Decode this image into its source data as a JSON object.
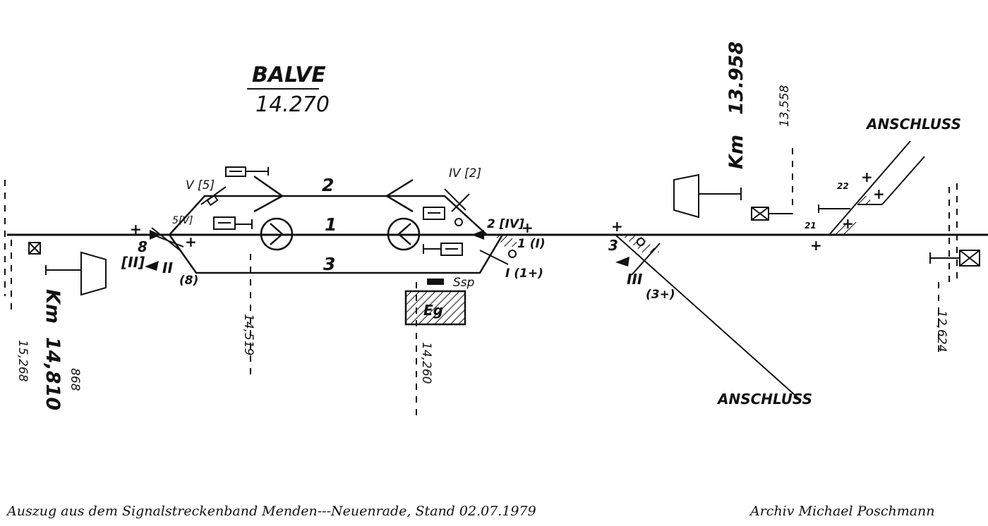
{
  "station": {
    "name": "BALVE",
    "km": "14.270"
  },
  "tracks": {
    "t1": "1",
    "t2": "2",
    "t3": "3"
  },
  "labels": {
    "km_prefix": "Km",
    "km_left": "14,810",
    "km_left_extra": "868",
    "km_right": "13.958",
    "pos_15268": "15,268",
    "pos_14519": "14,519",
    "pos_14260": "14,260",
    "pos_13558": "13,558",
    "pos_12624": "12,624",
    "anschluss_top": "ANSCHLUSS",
    "anschluss_bottom": "ANSCHLUSS",
    "sig_V5": "V [5]",
    "sig_5V": "5[V]",
    "sig_8": "8",
    "sig_II_br": "[II]",
    "sig_II": "II",
    "sig_8b": "(8)",
    "sig_IV2": "IV [2]",
    "sig_2IV": "2 [IV]",
    "sig_1I": "1 (I)",
    "sig_I1": "I (1+)",
    "sig_3": "3",
    "sig_III": "III",
    "sig_3plus": "(3+)",
    "sig_22": "22",
    "sig_21": "21",
    "ssp": "Ssp",
    "eg": "Eg"
  },
  "footer": {
    "left": "Auszug aus dem Signalstreckenband Menden---Neuenrade, Stand 02.07.1979",
    "right": "Archiv Michael Poschmann"
  }
}
